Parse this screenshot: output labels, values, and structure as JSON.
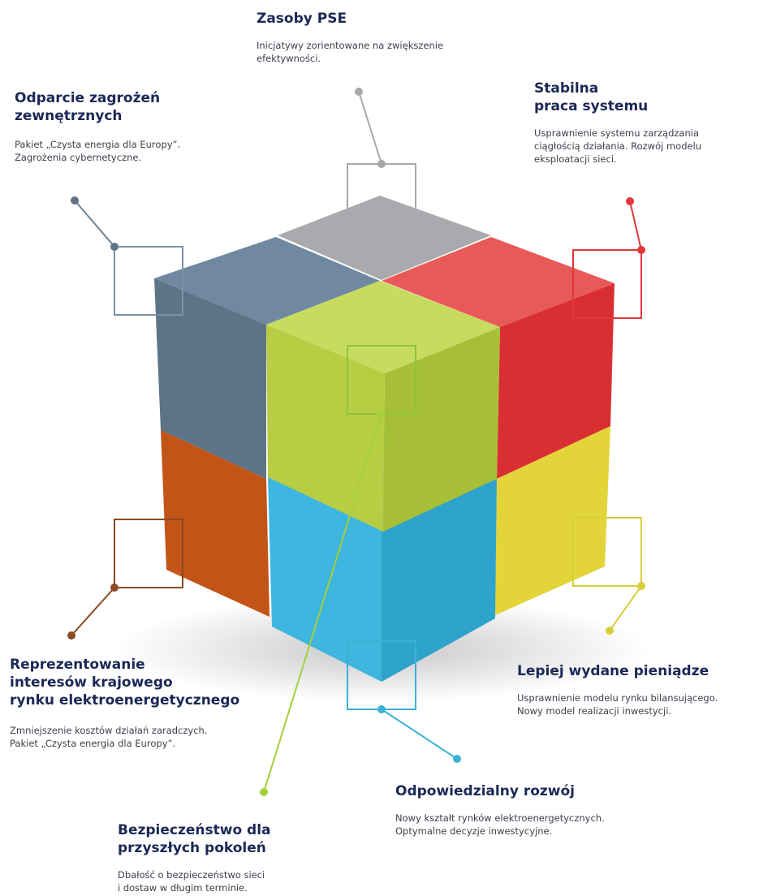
{
  "colors": {
    "top_gray": "#9a9b9e",
    "slate": "#607a8d",
    "red": "#e63a3d",
    "lime": "#b8cf45",
    "orange": "#c8581f",
    "cyan": "#35b3db",
    "yellow": "#e4d53a",
    "title_navy": "#1b2856"
  },
  "labels": {
    "zasoby": {
      "title": "Zasoby PSE",
      "desc": "Inicjatywy zorientowane na zwiększenie\nefektywności."
    },
    "odparcie": {
      "title": "Odparcie zagrożeń\nzewnętrznych",
      "desc": "Pakiet „Czysta energia dla Europy”.\nZagrożenia cybernetyczne."
    },
    "stabilna": {
      "title": "Stabilna\npraca systemu",
      "desc": "Usprawnienie systemu zarządzania\nciągłością działania. Rozwój modelu\neksploatacji sieci."
    },
    "reprezentowanie": {
      "title": "Reprezentowanie\ninteresów krajowego\nrynku elektroenergetycznego",
      "desc": "Zmniejszenie kosztów działań zaradczych.\nPakiet „Czysta energia dla Europy”."
    },
    "lepiej": {
      "title": "Lepiej wydane pieniądze",
      "desc": "Usprawnienie modelu rynku bilansującego.\nNowy model realizacji inwestycji."
    },
    "odpowiedzialny": {
      "title": "Odpowiedzialny rozwój",
      "desc": "Nowy kształt rynków elektroenergetycznych.\nOptymalne decyzje inwestycyjne."
    },
    "bezpieczenstwo": {
      "title": "Bezpieczeństwo dla\nprzyszłych pokoleń",
      "desc": "Dbałość o bezpieczeństwo sieci\ni dostaw w długim terminie."
    }
  }
}
